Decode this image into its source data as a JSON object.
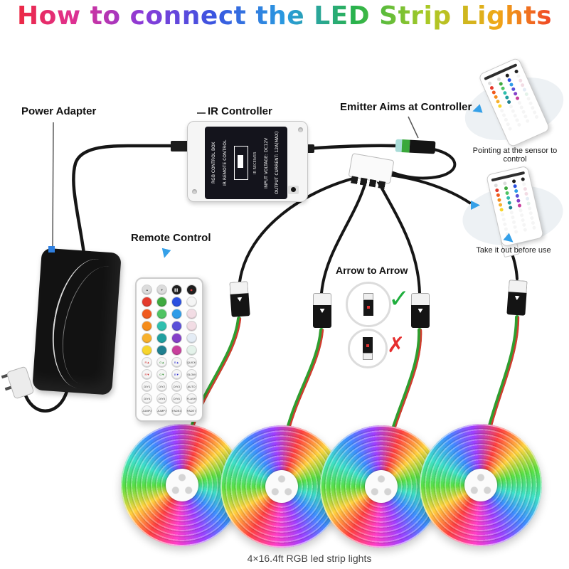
{
  "title": "How to connect the LED Strip Lights",
  "labels": {
    "power_adapter": "Power Adapter",
    "ir_controller": "IR Controller",
    "emitter": "Emitter Aims at Controller",
    "remote_control": "Remote Control",
    "arrow_to_arrow": "Arrow to Arrow",
    "pointing": "Pointing at the sensor to control",
    "take_out": "Take it out before use",
    "caption": "4×16.4ft RGB led strip lights"
  },
  "controller": {
    "lines": [
      "RGB CONTROL BOX",
      "IR REMOTE CONTROL",
      "INPUT VOLTAGE: DC12V",
      "OUTPUT CURRENT: 12A(MAX)"
    ],
    "receiver": "IR RECEIVER"
  },
  "marks": {
    "check": "✓",
    "cross": "✗"
  },
  "colors": {
    "check_green": "#1fae3d",
    "cross_red": "#e62e2e",
    "pointer_blue": "#35a0e8"
  },
  "remote": {
    "rows": [
      [
        {
          "c": "#dcdcdc",
          "l": "▲"
        },
        {
          "c": "#dcdcdc",
          "l": "▼"
        },
        {
          "c": "#1f1f1f",
          "l": "▌▌",
          "t": "#ffffff"
        },
        {
          "c": "#1f1f1f",
          "l": "◉",
          "t": "#ff4444"
        }
      ],
      [
        {
          "c": "#e43a2c"
        },
        {
          "c": "#3fa93f"
        },
        {
          "c": "#2b50e0"
        },
        {
          "c": "#f5f5f5"
        }
      ],
      [
        {
          "c": "#f05a1e"
        },
        {
          "c": "#4fc463"
        },
        {
          "c": "#2e9ce8"
        },
        {
          "c": "#f2dce4"
        }
      ],
      [
        {
          "c": "#f58c1a"
        },
        {
          "c": "#2fbfae"
        },
        {
          "c": "#5a50d8"
        },
        {
          "c": "#f2dce4"
        }
      ],
      [
        {
          "c": "#f7b02c"
        },
        {
          "c": "#1f9f9f"
        },
        {
          "c": "#8440c8"
        },
        {
          "c": "#e4ecf5"
        }
      ],
      [
        {
          "c": "#f7d52c"
        },
        {
          "c": "#1f7f8f"
        },
        {
          "c": "#c8409c"
        },
        {
          "c": "#e4f2ea"
        }
      ],
      [
        {
          "c": "#f5f5f5",
          "l": "R▲",
          "t": "#cc2222"
        },
        {
          "c": "#f5f5f5",
          "l": "G▲",
          "t": "#228822"
        },
        {
          "c": "#f5f5f5",
          "l": "B▲",
          "t": "#2222cc"
        },
        {
          "c": "#f5f5f5",
          "l": "QUICK",
          "t": "#333333"
        }
      ],
      [
        {
          "c": "#f5f5f5",
          "l": "R▼",
          "t": "#cc2222"
        },
        {
          "c": "#f5f5f5",
          "l": "G▼",
          "t": "#228822"
        },
        {
          "c": "#f5f5f5",
          "l": "B▼",
          "t": "#2222cc"
        },
        {
          "c": "#f5f5f5",
          "l": "SLOW",
          "t": "#333333"
        }
      ],
      [
        {
          "c": "#f5f5f5",
          "l": "DIY1",
          "t": "#333333"
        },
        {
          "c": "#f5f5f5",
          "l": "DIY2",
          "t": "#333333"
        },
        {
          "c": "#f5f5f5",
          "l": "DIY3",
          "t": "#333333"
        },
        {
          "c": "#f5f5f5",
          "l": "AUTO",
          "t": "#333333"
        }
      ],
      [
        {
          "c": "#f5f5f5",
          "l": "DIY4",
          "t": "#333333"
        },
        {
          "c": "#f5f5f5",
          "l": "DIY5",
          "t": "#333333"
        },
        {
          "c": "#f5f5f5",
          "l": "DIY6",
          "t": "#333333"
        },
        {
          "c": "#f5f5f5",
          "l": "FLASH",
          "t": "#333333"
        }
      ],
      [
        {
          "c": "#f5f5f5",
          "l": "JUMP3",
          "t": "#333333"
        },
        {
          "c": "#f5f5f5",
          "l": "JUMP7",
          "t": "#333333"
        },
        {
          "c": "#f5f5f5",
          "l": "FADE3",
          "t": "#333333"
        },
        {
          "c": "#f5f5f5",
          "l": "FADE7",
          "t": "#333333"
        }
      ]
    ]
  }
}
